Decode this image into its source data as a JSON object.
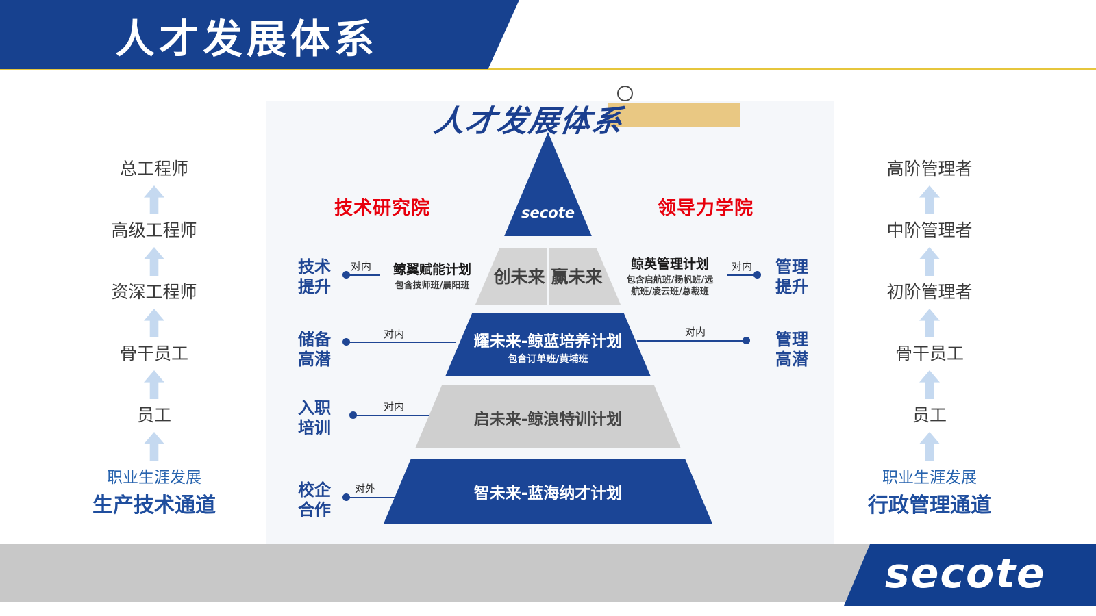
{
  "header": {
    "title": "人才发展体系"
  },
  "diagram": {
    "title": "人才发展体系",
    "left_institute": "技术研究院",
    "right_institute": "领导力学院",
    "pyramid": {
      "logo": "secote",
      "tier2_left": "创未来",
      "tier2_right": "赢未来",
      "tier3_title": "耀未来-鲸蓝培养计划",
      "tier3_subtitle": "包含订单班/黄埔班",
      "tier4_title": "启未来-鲸浪特训计划",
      "tier5_title": "智未来-蓝海纳才计划"
    },
    "left_annotations": [
      {
        "label": "技术\n提升",
        "direction": "对内",
        "program": "鲸翼赋能计划",
        "detail": "包含技师班/晨阳班"
      },
      {
        "label": "储备\n高潜",
        "direction": "对内"
      },
      {
        "label": "入职\n培训",
        "direction": "对内"
      },
      {
        "label": "校企\n合作",
        "direction": "对外"
      }
    ],
    "right_annotations": [
      {
        "label": "管理\n提升",
        "direction": "对内",
        "program": "鲸英管理计划",
        "detail": "包含启航班/扬帆班/远\n航班/凌云班/总裁班"
      },
      {
        "label": "管理\n高潜",
        "direction": "对内"
      }
    ]
  },
  "left_ladder": {
    "steps": [
      "总工程师",
      "高级工程师",
      "资深工程师",
      "骨干员工",
      "员工"
    ],
    "caption": "职业生涯发展",
    "channel": "生产技术通道"
  },
  "right_ladder": {
    "steps": [
      "高阶管理者",
      "中阶管理者",
      "初阶管理者",
      "骨干员工",
      "员工"
    ],
    "caption": "职业生涯发展",
    "channel": "行政管理通道"
  },
  "footer": {
    "logo": "secote"
  },
  "colors": {
    "brand_blue": "#1b4596",
    "accent_red": "#e8000d",
    "highlight": "#e9c883",
    "arrow_blue": "#c5d9f0"
  }
}
